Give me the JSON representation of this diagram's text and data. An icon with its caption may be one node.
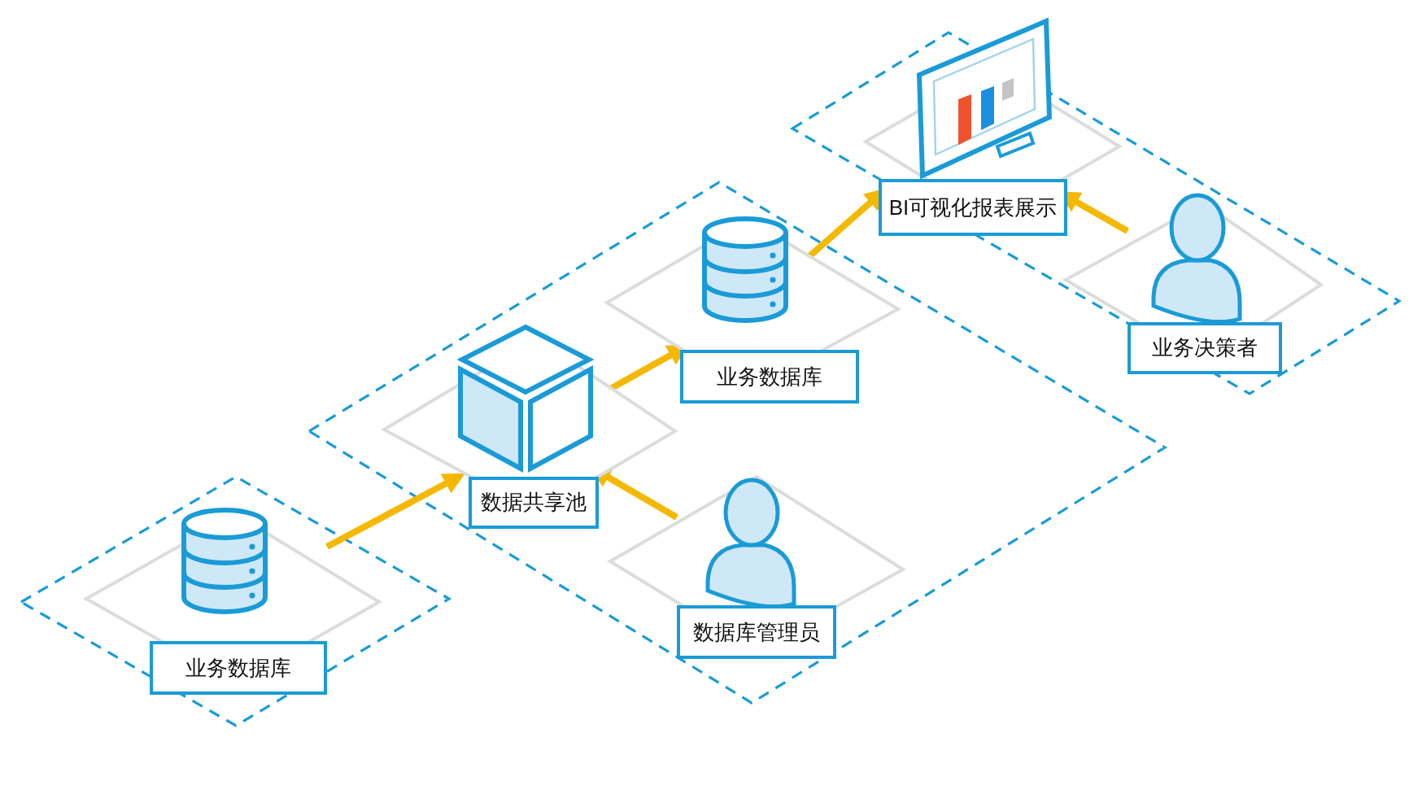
{
  "diagram": {
    "nodes": [
      {
        "text": [],
        "shape": "diamond"
      },
      {
        "text": [
          "业务数据库"
        ],
        "in": 0
      },
      {
        "text": [],
        "shape": "diamond"
      },
      {
        "text": [
          "数据共享池"
        ],
        "in": 2
      },
      {
        "text": [
          "业务数据库"
        ],
        "in": 2
      },
      {
        "text": [
          "数据库管理员"
        ],
        "in": 2
      },
      {
        "text": [],
        "shape": "diamond"
      },
      {
        "text": [
          "BI可视化报表展示"
        ],
        "in": 6
      },
      {
        "text": [
          "业务决策者"
        ],
        "in": 6
      }
    ],
    "edges": [
      {
        "from": 1,
        "to": 3,
        "arrow": "to"
      },
      {
        "from": 3,
        "to": 4,
        "arrow": "to"
      },
      {
        "from": 5,
        "to": 3,
        "arrow": "to"
      },
      {
        "from": 4,
        "to": 7,
        "arrow": "to"
      },
      {
        "from": 8,
        "to": 7,
        "arrow": "to"
      }
    ]
  }
}
